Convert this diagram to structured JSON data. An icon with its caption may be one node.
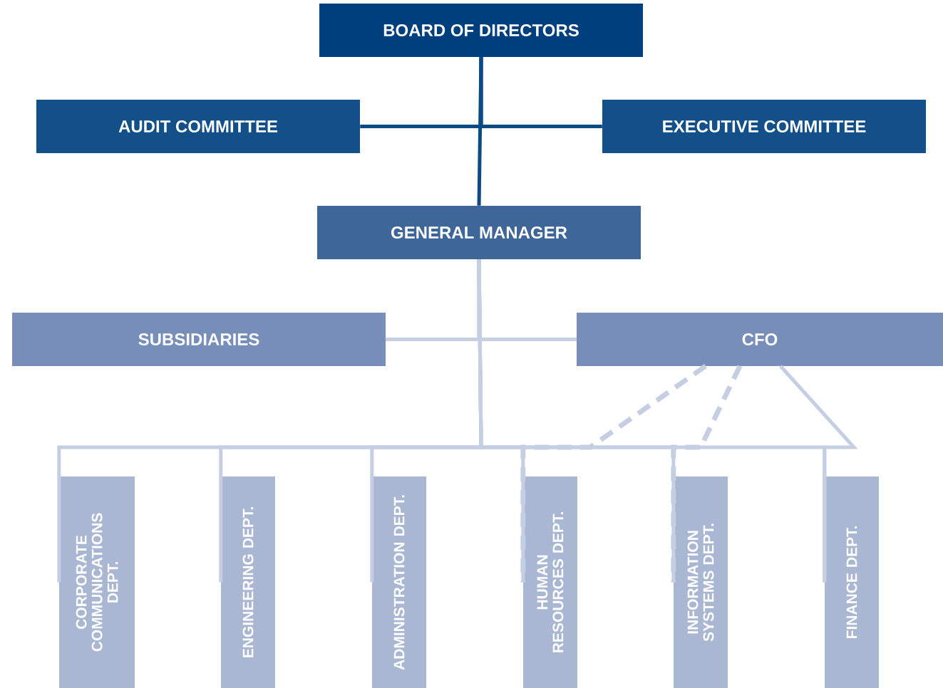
{
  "diagram": {
    "nodes": [
      {
        "text": [
          "BOARD OF DIRECTORS"
        ]
      },
      {
        "text": [
          "AUDIT COMMITTEE"
        ]
      },
      {
        "text": [
          "EXECUTIVE COMMITTEE"
        ]
      },
      {
        "text": [
          "GENERAL MANAGER"
        ]
      },
      {
        "text": [
          "SUBSIDIARIES"
        ]
      },
      {
        "text": [
          "CFO"
        ]
      },
      {
        "text": [
          "CORPORATE COMMUNICATIONS DEPT."
        ]
      },
      {
        "text": [
          "ENGINEERING DEPT."
        ]
      },
      {
        "text": [
          "ADMINISTRATION DEPT."
        ]
      },
      {
        "text": [
          "HUMAN RESOURCES DEPT."
        ]
      },
      {
        "text": [
          "INFORMATION SYSTEMS DEPT."
        ]
      },
      {
        "text": [
          "FINANCE DEPT."
        ]
      }
    ],
    "edges": [
      {
        "from": 0,
        "to": 1,
        "arrow": "none",
        "color": "#0c4a85"
      },
      {
        "from": 0,
        "to": 2,
        "arrow": "none",
        "color": "#0c4a85"
      },
      {
        "from": 0,
        "to": 3,
        "arrow": "none",
        "color": "#0c4a85"
      },
      {
        "from": 3,
        "to": 4,
        "arrow": "none"
      },
      {
        "from": 3,
        "to": 5,
        "arrow": "none"
      },
      {
        "from": 3,
        "to": 6,
        "arrow": "none"
      },
      {
        "from": 3,
        "to": 7,
        "arrow": "none"
      },
      {
        "from": 3,
        "to": 8,
        "arrow": "none"
      },
      {
        "from": 3,
        "to": 9,
        "arrow": "none"
      },
      {
        "from": 3,
        "to": 10,
        "arrow": "none"
      },
      {
        "from": 3,
        "to": 11,
        "arrow": "none"
      },
      {
        "from": 5,
        "to": 9,
        "arrow": "none",
        "style": "dashed"
      },
      {
        "from": 5,
        "to": 10,
        "arrow": "none",
        "style": "dashed"
      },
      {
        "from": 5,
        "to": 11,
        "arrow": "none"
      }
    ]
  }
}
